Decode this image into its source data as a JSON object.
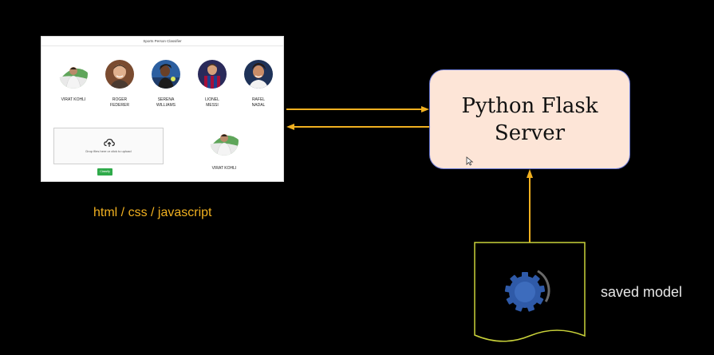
{
  "app": {
    "title": "Sports Person Classifier",
    "players": [
      {
        "name": "VIRAT KOHLI",
        "icon": "virat-kohli-photo"
      },
      {
        "name": "ROGER\nFEDERER",
        "icon": "roger-federer-photo"
      },
      {
        "name": "SERENA\nWILLIAMS",
        "icon": "serena-williams-photo"
      },
      {
        "name": "LIONEL\nMESSI",
        "icon": "lionel-messi-photo"
      },
      {
        "name": "RAFEL\nNADAL",
        "icon": "rafael-nadal-photo"
      }
    ],
    "dropzone_text": "Drop files here or click to upload",
    "classify_label": "Classify",
    "result_name": "VIRAT KOHLI"
  },
  "caption": "html / css / javascript",
  "server": {
    "label": "Python Flask\nServer"
  },
  "model": {
    "label": "saved model",
    "icon": "gear-icon"
  },
  "colors": {
    "arrow": "#f0b020",
    "caption": "#f0b020",
    "server_fill": "#fde5d7",
    "server_border": "#6c7bd6",
    "document_border": "#c9d23a",
    "gear": "#2f5aa8"
  }
}
